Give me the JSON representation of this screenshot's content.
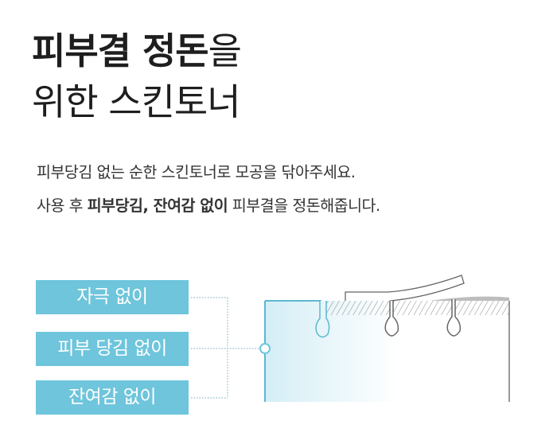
{
  "heading": {
    "line1_bold": "피부결 정돈",
    "line1_rest": "을",
    "line2": "위한 스킨토너"
  },
  "description": {
    "line1": "피부당김 없는 순한 스킨토너로 모공을 닦아주세요.",
    "line2_a": "사용 후 ",
    "line2_bold": "피부당김, 잔여감 없이",
    "line2_b": " 피부결을 정돈해줍니다."
  },
  "features": [
    "자극 없이",
    "피부 당김 없이",
    "잔여감 없이"
  ],
  "colors": {
    "accent": "#6ec5dc",
    "line": "#555555"
  }
}
